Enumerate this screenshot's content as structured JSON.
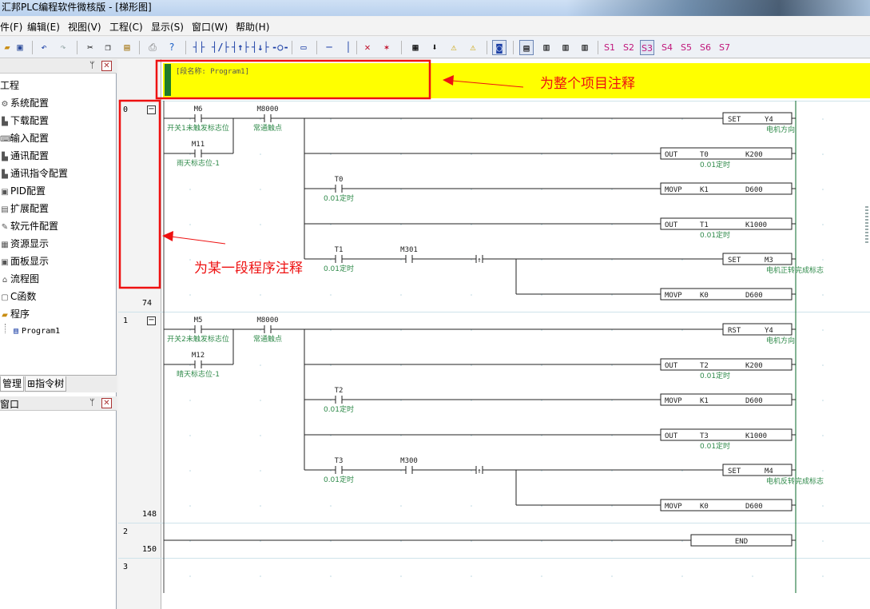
{
  "window": {
    "title": "汇邦PLC编程软件微核版 - [梯形图]"
  },
  "menu": [
    "件(F)",
    "编辑(E)",
    "视图(V)",
    "工程(C)",
    "显示(S)",
    "窗口(W)",
    "帮助(H)"
  ],
  "toolbar": {
    "ladder": [
      "┤├",
      "┤/├",
      "┤↑├",
      "┤↓├",
      "-○-",
      "▭",
      "─",
      "│",
      "✕",
      "✶"
    ],
    "stations": [
      "S1",
      "S2",
      "S3",
      "S4",
      "S5",
      "S6",
      "S7"
    ],
    "active_station": "S3"
  },
  "project_panel": {
    "root": "工程",
    "items": [
      "系统配置",
      "下载配置",
      "输入配置",
      "通讯配置",
      "通讯指令配置",
      "PID配置",
      "扩展配置",
      "软元件配置",
      "资源显示",
      "面板显示",
      "流程图",
      "C函数",
      "程序",
      "Program1"
    ],
    "tabs": [
      "管理",
      "指令树"
    ],
    "second_panel_title": "窗口"
  },
  "editor": {
    "header_comment": "[段名称: Program1]",
    "segments": [
      {
        "index": "0",
        "end_step": "74"
      },
      {
        "index": "1",
        "end_step": "148"
      },
      {
        "index": "2",
        "end_step": "150"
      },
      {
        "index": "3",
        "end_step": ""
      }
    ],
    "networks": [
      {
        "contacts": [
          {
            "addr": "M6",
            "comment": "开关1未触发标志位"
          },
          {
            "addr": "M11",
            "comment": "雨天标志位-1"
          },
          {
            "addr": "M8000",
            "comment": "常通触点"
          },
          {
            "addr": "T0",
            "comment": "0.01定时"
          },
          {
            "addr": "T1",
            "comment": "0.01定时"
          },
          {
            "addr": "M301",
            "comment": ""
          }
        ],
        "coils": [
          {
            "op": "SET",
            "a": "Y4",
            "b": "",
            "comment": "电机方向"
          },
          {
            "op": "OUT",
            "a": "T0",
            "b": "K200",
            "comment": "0.01定时"
          },
          {
            "op": "MOVP",
            "a": "K1",
            "b": "D600",
            "comment": ""
          },
          {
            "op": "OUT",
            "a": "T1",
            "b": "K1000",
            "comment": "0.01定时"
          },
          {
            "op": "SET",
            "a": "M3",
            "b": "",
            "comment": "电机正转完成标志"
          },
          {
            "op": "MOVP",
            "a": "K0",
            "b": "D600",
            "comment": ""
          }
        ]
      },
      {
        "contacts": [
          {
            "addr": "M5",
            "comment": "开关2未触发标志位"
          },
          {
            "addr": "M12",
            "comment": "晴天标志位-1"
          },
          {
            "addr": "M8000",
            "comment": "常通触点"
          },
          {
            "addr": "T2",
            "comment": "0.01定时"
          },
          {
            "addr": "T3",
            "comment": "0.01定时"
          },
          {
            "addr": "M300",
            "comment": ""
          }
        ],
        "coils": [
          {
            "op": "RST",
            "a": "Y4",
            "b": "",
            "comment": "电机方向"
          },
          {
            "op": "OUT",
            "a": "T2",
            "b": "K200",
            "comment": "0.01定时"
          },
          {
            "op": "MOVP",
            "a": "K1",
            "b": "D600",
            "comment": ""
          },
          {
            "op": "OUT",
            "a": "T3",
            "b": "K1000",
            "comment": "0.01定时"
          },
          {
            "op": "SET",
            "a": "M4",
            "b": "",
            "comment": "电机反转完成标志"
          },
          {
            "op": "MOVP",
            "a": "K0",
            "b": "D600",
            "comment": ""
          }
        ]
      }
    ],
    "end_instruction": "END"
  },
  "annotations": {
    "project_comment": "为整个项目注释",
    "segment_comment": "为某一段程序注释"
  },
  "colors": {
    "annotation": "#ee1111",
    "header_band": "#ffff00",
    "comment_text": "#2f8a4a"
  }
}
